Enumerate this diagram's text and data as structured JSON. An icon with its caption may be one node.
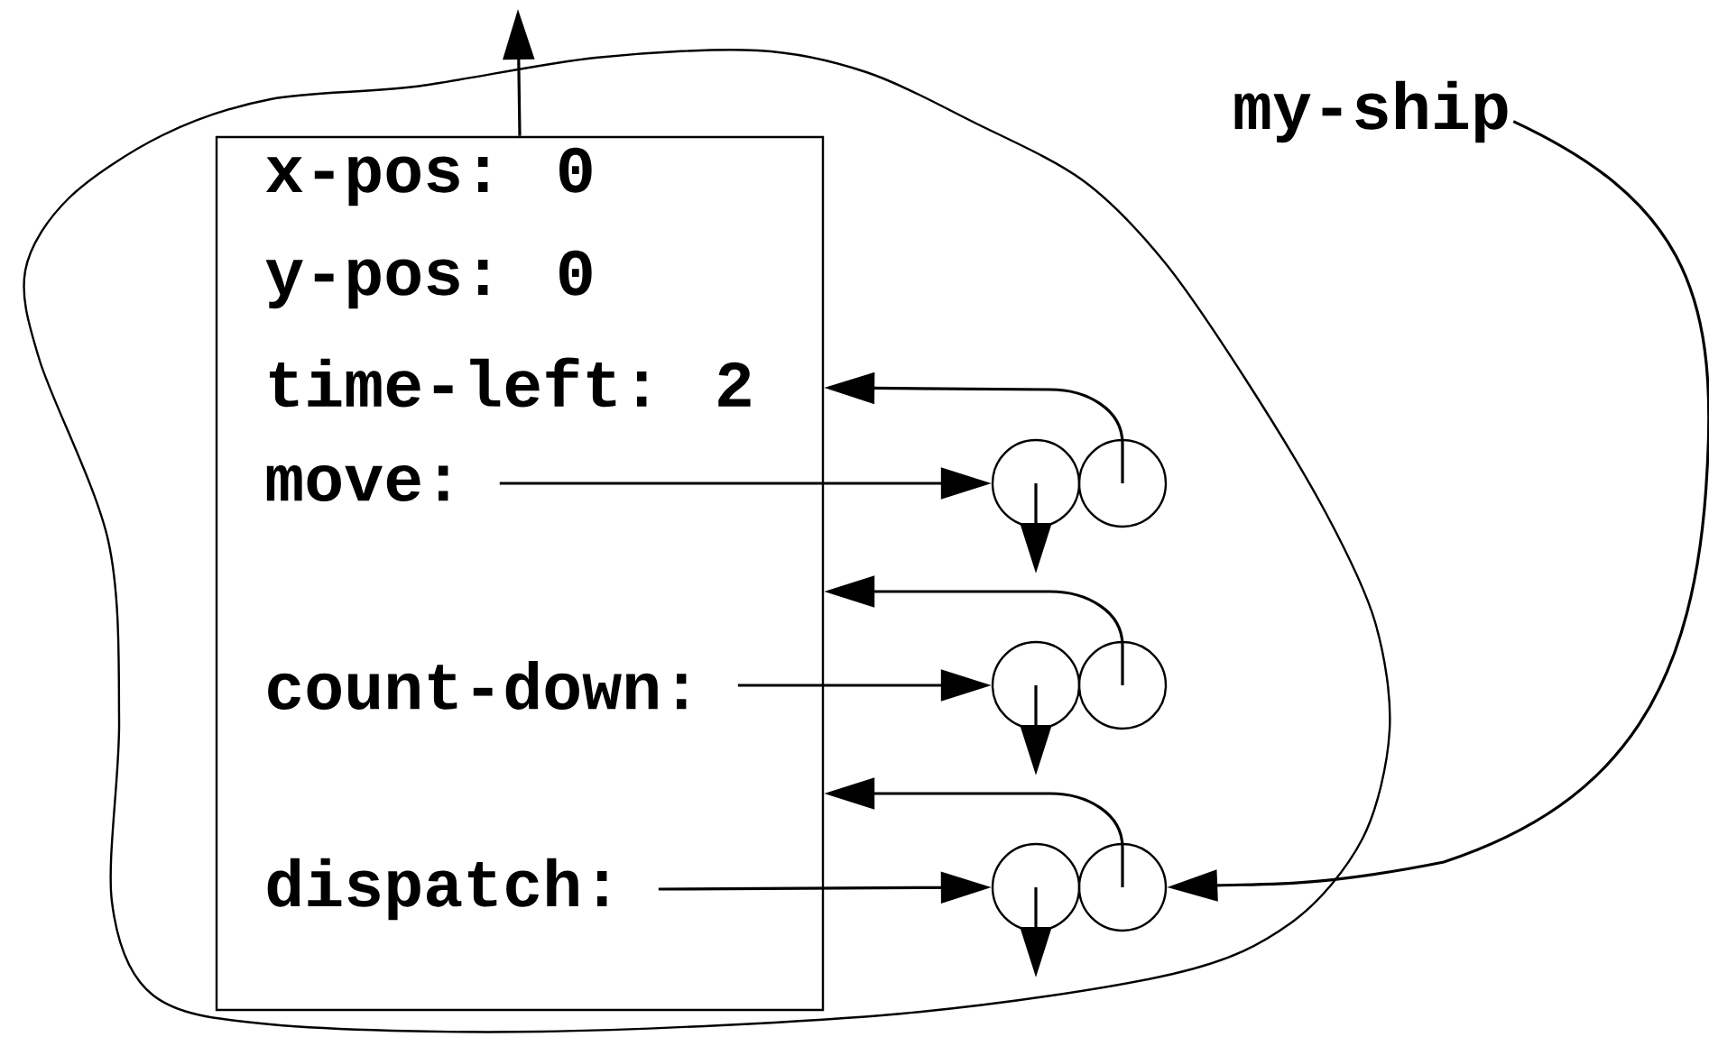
{
  "diagram": {
    "nodes": [
      {
        "text": [],
        "shape": "cloud"
      },
      {
        "text": [],
        "shape": "box",
        "in": 0
      },
      {
        "text": [
          "x-pos: 0"
        ],
        "in": 1
      },
      {
        "text": [
          "y-pos: 0"
        ],
        "in": 1
      },
      {
        "text": [
          "time-left: 2"
        ],
        "in": 1
      },
      {
        "text": [
          "move:"
        ],
        "in": 1
      },
      {
        "text": [
          "count-down:"
        ],
        "in": 1
      },
      {
        "text": [
          "dispatch:"
        ],
        "in": 1
      },
      {
        "text": [
          "my-ship"
        ]
      },
      {
        "text": [],
        "shape": "circle",
        "in": 0
      },
      {
        "text": [],
        "shape": "circle",
        "in": 0
      },
      {
        "text": [],
        "shape": "circle",
        "in": 0
      },
      {
        "text": [],
        "shape": "circle",
        "in": 0
      },
      {
        "text": [],
        "shape": "circle",
        "in": 0
      },
      {
        "text": [],
        "shape": "circle",
        "in": 0
      }
    ],
    "edges": [
      {
        "from": 1,
        "to": null,
        "arrow": "to"
      },
      {
        "from": 5,
        "to": 9,
        "arrow": "to"
      },
      {
        "from": 9,
        "to": null,
        "arrow": "to"
      },
      {
        "from": 10,
        "to": 1,
        "arrow": "to"
      },
      {
        "from": 6,
        "to": 11,
        "arrow": "to"
      },
      {
        "from": 11,
        "to": null,
        "arrow": "to"
      },
      {
        "from": 12,
        "to": 1,
        "arrow": "to"
      },
      {
        "from": 7,
        "to": 13,
        "arrow": "to"
      },
      {
        "from": 13,
        "to": null,
        "arrow": "to"
      },
      {
        "from": 14,
        "to": 1,
        "arrow": "to"
      },
      {
        "from": 8,
        "to": 14,
        "arrow": "to"
      }
    ]
  }
}
